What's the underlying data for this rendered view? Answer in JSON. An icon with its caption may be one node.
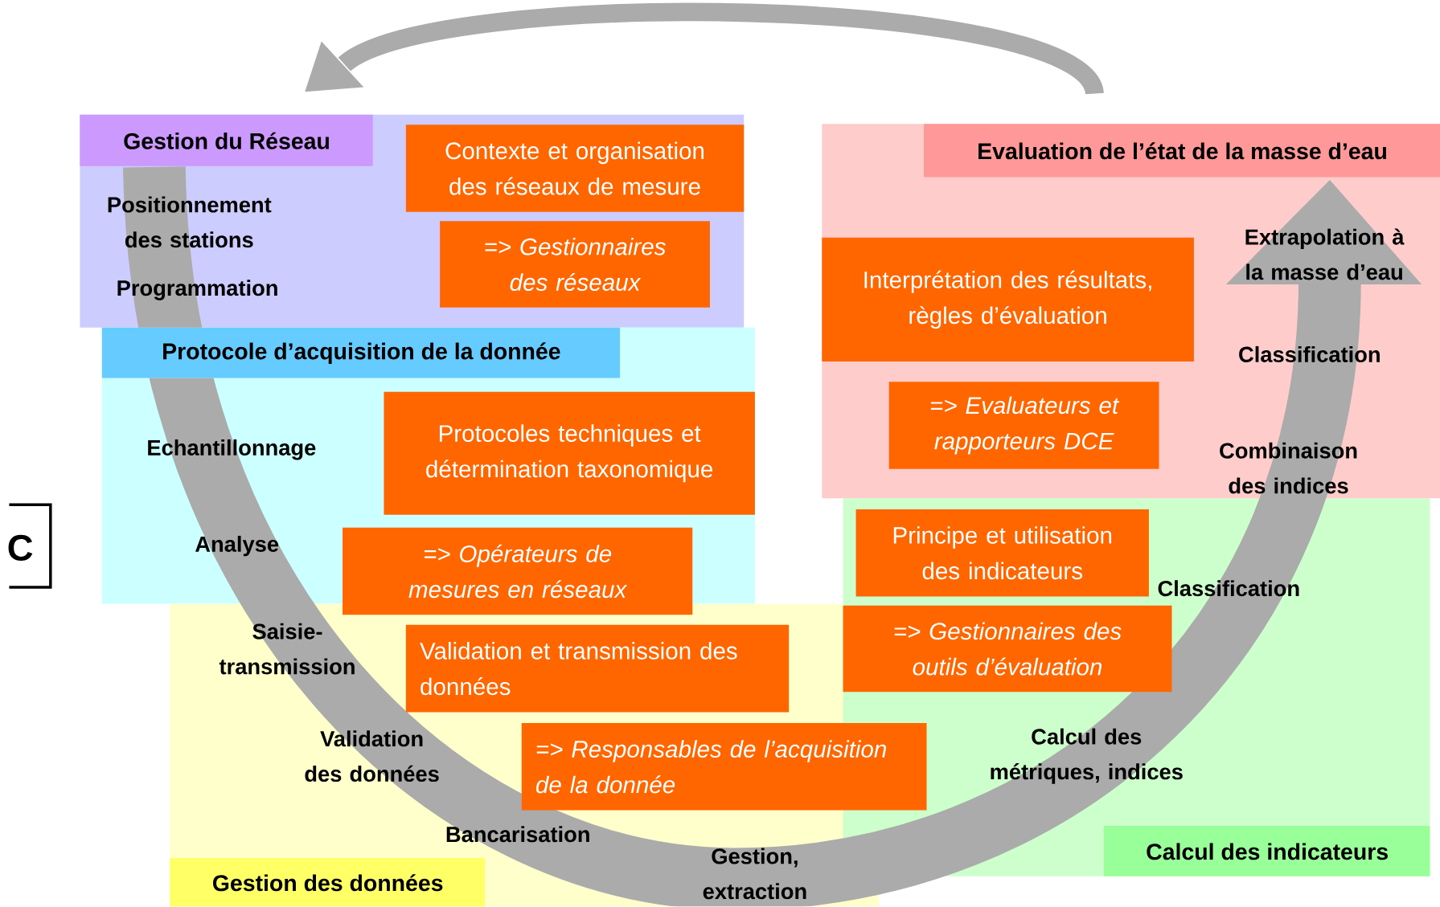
{
  "diagram": {
    "nodes": [
      {
        "text": [
          "Gestion du Réseau"
        ]
      },
      {
        "text": [
          "Contexte et organisation des réseaux de mesure"
        ],
        "in": 0
      },
      {
        "text": [
          "=> Gestionnaires des réseaux"
        ],
        "in": 0
      },
      {
        "text": [
          "Protocole d’acquisition de la donnée"
        ]
      },
      {
        "text": [
          "Protocoles techniques et détermination taxonomique"
        ],
        "in": 3
      },
      {
        "text": [
          "=> Opérateurs de mesures en réseaux"
        ],
        "in": 3
      },
      {
        "text": [
          "Gestion des données"
        ]
      },
      {
        "text": [
          "Validation et transmission des données"
        ],
        "in": 6
      },
      {
        "text": [
          "=> Responsables de l’acquisition de la donnée"
        ],
        "in": 6
      },
      {
        "text": [
          "Calcul des indicateurs"
        ]
      },
      {
        "text": [
          "Principe et utilisation des indicateurs"
        ],
        "in": 9
      },
      {
        "text": [
          "=> Gestionnaires des outils d’évaluation"
        ],
        "in": 9
      },
      {
        "text": [
          "Evaluation de l’état de la masse d’eau"
        ]
      },
      {
        "text": [
          "Interprétation des résultats, règles d’évaluation"
        ],
        "in": 12
      },
      {
        "text": [
          "=> Evaluateurs et rapporteurs DCE"
        ],
        "in": 12
      }
    ],
    "labels": [
      "Positionnement des stations",
      "Programmation",
      "Extrapolation à la masse d’eau",
      "Classification",
      "Echantillonnage",
      "Combinaison des indices",
      "C",
      "Analyse",
      "Classification",
      "Saisie-transmission",
      "Validation des données",
      "Calcul des métriques, indices",
      "Bancarisation",
      "Gestion, extraction"
    ]
  }
}
